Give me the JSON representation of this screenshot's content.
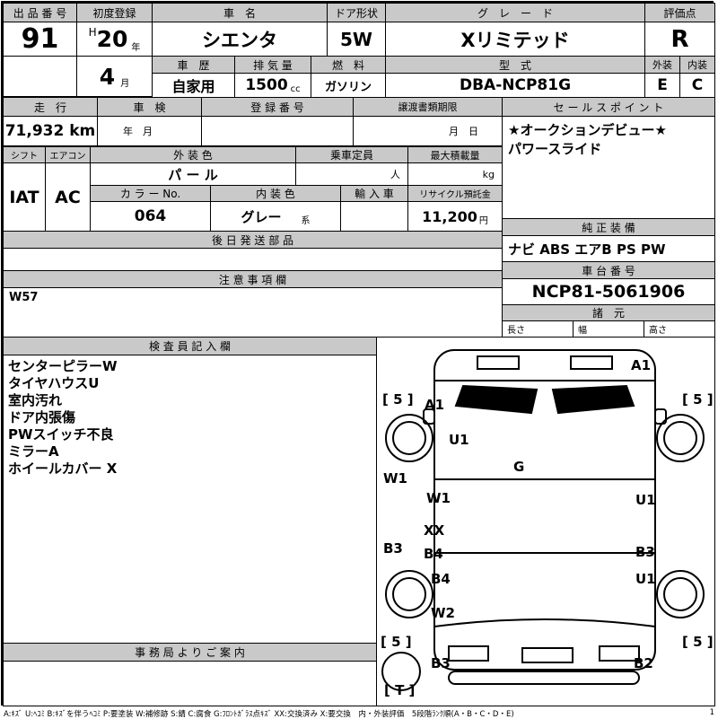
{
  "top": {
    "lot": {
      "label": "出 品 番 号",
      "value": "91"
    },
    "first_reg": {
      "label": "初度登録",
      "era": "H",
      "year": "20",
      "year_unit": "年",
      "month": "4",
      "month_unit": "月"
    },
    "car_name": {
      "label": "車　名",
      "value": "シエンタ"
    },
    "door": {
      "label": "ドア形状",
      "value": "5W"
    },
    "grade": {
      "label": "グ　レ　ー　ド",
      "value": "Xリミテッド"
    },
    "score": {
      "label": "評価点",
      "value": "R"
    },
    "finish": {
      "exterior_label": "外装",
      "interior_label": "内装",
      "exterior": "E",
      "interior": "C"
    },
    "history": {
      "label": "車　歴",
      "value": "自家用"
    },
    "displacement": {
      "label": "排 気 量",
      "value": "1500",
      "unit": "cc"
    },
    "fuel": {
      "label": "燃　料",
      "value": "ガソリン"
    },
    "model": {
      "label": "型　式",
      "value": "DBA-NCP81G"
    }
  },
  "mid": {
    "mileage": {
      "label": "走　行",
      "value": "71,932 km"
    },
    "inspection": {
      "label": "車　検",
      "value": "年　月"
    },
    "registration": {
      "label": "登 録 番 号"
    },
    "transfer": {
      "label": "譲渡書類期限",
      "value": "月　日"
    },
    "sales_point": {
      "label": "セ ー ル ス ポ イ ン ト",
      "line1": "★オークションデビュー★",
      "line2": "パワースライド"
    },
    "shift": {
      "label": "シフト",
      "value": "IAT"
    },
    "aircon": {
      "label": "エアコン",
      "value": "AC"
    },
    "exterior_color": {
      "label": "外 装 色",
      "value": "パ ー ル"
    },
    "capacity": {
      "label": "乗車定員",
      "unit": "人"
    },
    "max_load": {
      "label": "最大積載量",
      "unit": "kg"
    },
    "color_no": {
      "label": "カ ラ ー No.",
      "value": "064"
    },
    "interior_color": {
      "label": "内 装 色",
      "value": "グレー",
      "suffix": "系"
    },
    "import_car": {
      "label": "輸 入 車"
    },
    "recycle": {
      "label": "リサイクル預託金",
      "value": "11,200",
      "unit": "円"
    },
    "later_parts": {
      "label": "後 日 発 送 部 品"
    },
    "equipment": {
      "label": "純 正 装 備",
      "value": "ナビ ABS エアB PS PW"
    },
    "caution": {
      "label": "注 意 事 項 欄",
      "value": "W57"
    },
    "chassis": {
      "label": "車 台 番 号",
      "value": "NCP81-5061906"
    },
    "spec": {
      "label": "諸　元",
      "length": "長さ",
      "width": "幅",
      "height": "高さ"
    }
  },
  "inspector": {
    "label": "検 査 員 記 入 欄",
    "notes": [
      "センターピラーW",
      "タイヤハウスU",
      "室内汚れ",
      "ドア内張傷",
      "PWスイッチ不良",
      "ミラーA",
      "ホイールカバー X"
    ]
  },
  "office": {
    "label": "事 務 局 よ り ご 案 内"
  },
  "diagram": {
    "labels": [
      "A1",
      "[ 5 ]",
      "A1",
      "U1",
      "W1",
      "G",
      "W1",
      "U1",
      "XX",
      "B3",
      "B4",
      "B3",
      "B4",
      "U1",
      "W2",
      "[ 5 ]",
      "[ 5 ]",
      "[ 5 ]",
      "B3",
      "B2",
      "[ T ]"
    ]
  },
  "legend": {
    "text": "A:ｷｽﾞ U:ﾍｺﾐ B:ｷｽﾞを伴うﾍｺﾐ P:要塗装 W:補修跡 S:錆 C:腐食 G:ﾌﾛﾝﾄｶﾞﾗｽ点ｷｽﾞ XX:交換済み X:要交換　内・外装評価　5段階ﾗﾝｸ順(A・B・C・D・E)",
    "page": "1"
  }
}
